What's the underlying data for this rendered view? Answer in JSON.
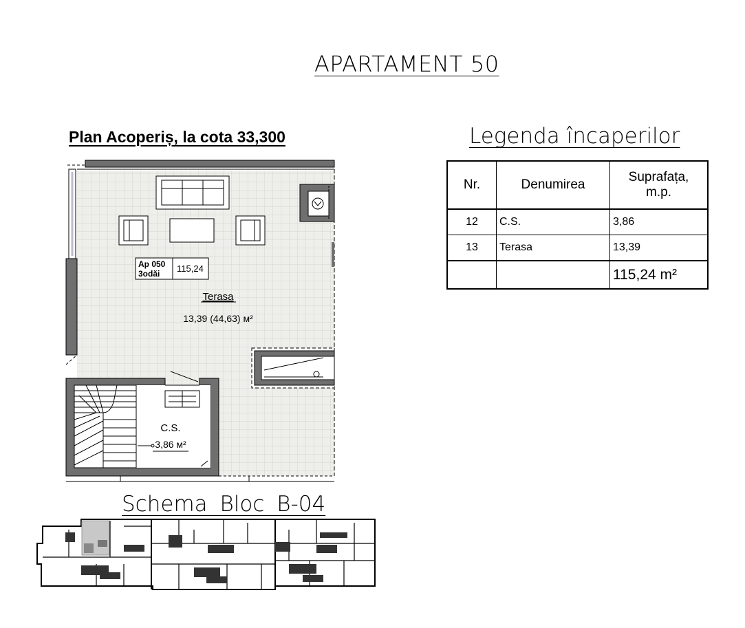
{
  "title": "APARTAMENT 50",
  "plan": {
    "title": "Plan Acoperiș, la cota 33,300",
    "apartment_tag": {
      "code": "Ap 050",
      "rooms": "3odăi",
      "area": "115,24"
    },
    "rooms": [
      {
        "name": "Terasa",
        "area": "13,39 (44,63) м²"
      },
      {
        "name": "C.S.",
        "area": "3,86 м²"
      }
    ]
  },
  "legend": {
    "title": "Legenda încaperilor",
    "headers": {
      "nr": "Nr.",
      "name": "Denumirea",
      "area_line1": "Suprafața,",
      "area_line2": "m.p."
    },
    "rows": [
      {
        "nr": "12",
        "name": "C.S.",
        "area": "3,86"
      },
      {
        "nr": "13",
        "name": "Terasa",
        "area": "13,39"
      }
    ],
    "total": "115,24 m²"
  },
  "schema": {
    "title": "Schema  Bloc B-04"
  },
  "colors": {
    "wall": "#6f6f6f",
    "floor": "#eeeeea",
    "grid": "#d4d4cf",
    "highlight": "#c8c8c8"
  }
}
